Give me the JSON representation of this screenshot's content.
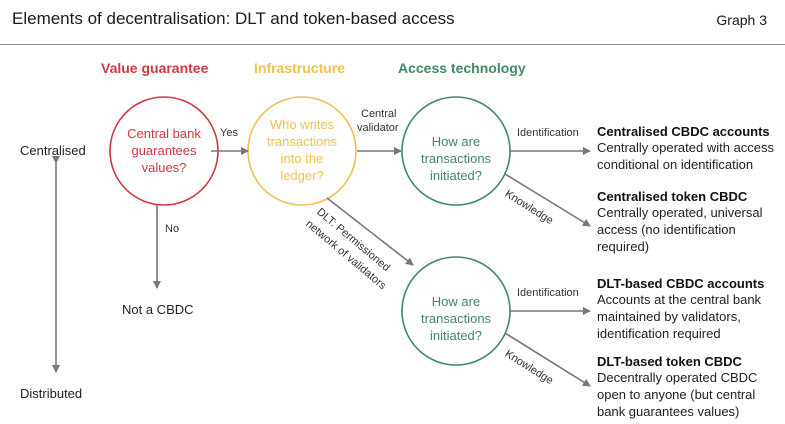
{
  "header": {
    "title": "Elements of decentralisation: DLT and token-based access",
    "graph_label": "Graph 3"
  },
  "columns": {
    "value_guarantee": "Value guarantee",
    "infrastructure": "Infrastructure",
    "access_technology": "Access technology"
  },
  "axis": {
    "top": "Centralised",
    "bottom": "Distributed"
  },
  "nodes": {
    "central_bank": "Central bank guarantees values?",
    "who_writes": "Who writes transactions into the ledger?",
    "how_initiated_1": "How are transactions initiated?",
    "how_initiated_2": "How are transactions initiated?",
    "not_cbdc": "Not a CBDC"
  },
  "edges": {
    "yes": "Yes",
    "no": "No",
    "central": "Central",
    "validator": "validator",
    "dlt_line1": "DLT: Permissioned",
    "dlt_line2": "network of validators",
    "identification_1": "Identification",
    "knowledge_1": "Knowledge",
    "identification_2": "Identification",
    "knowledge_2": "Knowledge"
  },
  "outcomes": [
    {
      "title": "Centralised CBDC accounts",
      "desc": "Centrally operated with access conditional on identification"
    },
    {
      "title": "Centralised token CBDC",
      "desc": "Centrally operated, universal access (no identification required)"
    },
    {
      "title": "DLT-based CBDC accounts",
      "desc": "Accounts at the central bank maintained by validators, identification required"
    },
    {
      "title": "DLT-based token CBDC",
      "desc": "Decentrally operated CBDC open to anyone (but central bank guarantees values)"
    }
  ],
  "colors": {
    "value_guarantee": "#d0383f",
    "infrastructure": "#f2c04e",
    "access_technology": "#3f8a63",
    "arrow": "#777777"
  }
}
